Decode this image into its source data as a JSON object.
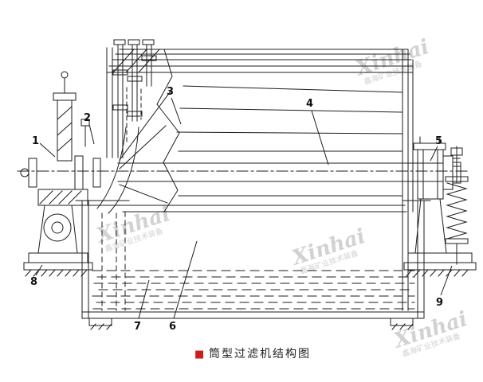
{
  "diagram": {
    "labels": {
      "n1": "1",
      "n2": "2",
      "n3": "3",
      "n4": "4",
      "n5": "5",
      "n6": "6",
      "n7": "7",
      "n8": "8",
      "n9": "9"
    }
  },
  "watermark": {
    "brand": "Xinhai",
    "tagline": "鑫海矿业技术装备"
  },
  "caption": {
    "marker": "■",
    "text": "筒型过滤机结构图"
  },
  "colors": {
    "ink": "#1c1c1c",
    "caption_marker": "#c8201c",
    "watermark": "#c7c7c7"
  }
}
